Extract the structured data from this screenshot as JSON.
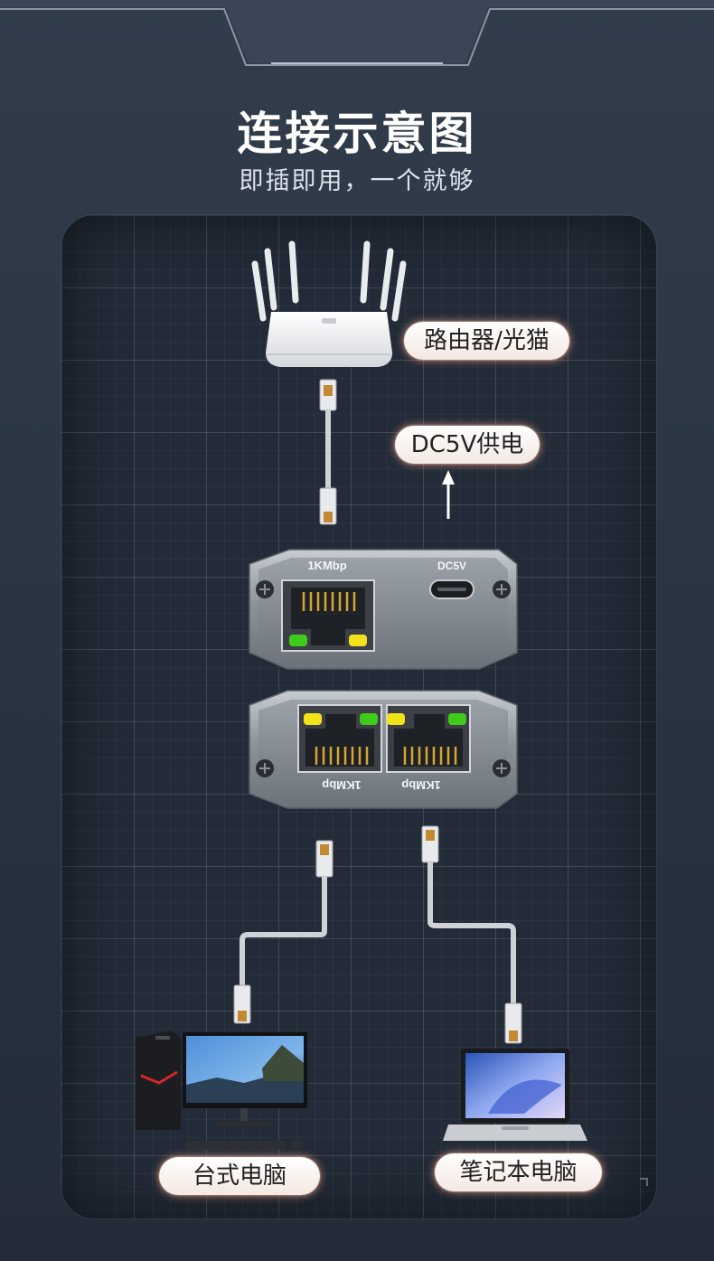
{
  "title": "连接示意图",
  "subtitle": "即插即用，一个就够",
  "labels": {
    "router": "路由器/光猫",
    "power": "DC5V供电",
    "desktop": "台式电脑",
    "laptop": "笔记本电脑"
  },
  "device": {
    "input_port_label": "1KMbp",
    "power_port_label": "DC5V",
    "output_port_labels": [
      "1KMbp",
      "1KMbp"
    ]
  },
  "colors": {
    "background": "#2a3442",
    "accent_glow": "#ffb49a",
    "led_green": "#3ecb1a",
    "led_yellow": "#f2e21a"
  }
}
